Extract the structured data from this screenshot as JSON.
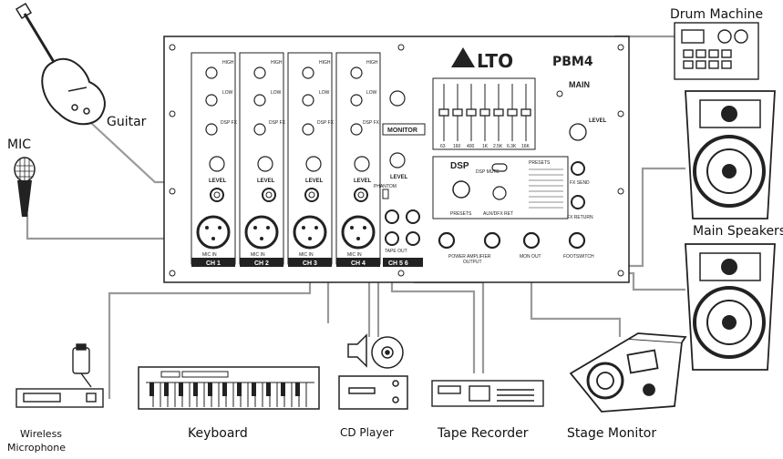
{
  "devices": {
    "guitar": "Guitar",
    "mic": "MIC",
    "drum_machine": "Drum Machine",
    "main_speakers": "Main Speakers",
    "wireless_line1": "Wireless",
    "wireless_line2": "Microphone",
    "keyboard": "Keyboard",
    "cd_player": "CD Player",
    "tape_recorder": "Tape Recorder",
    "stage_monitor": "Stage Monitor"
  },
  "mixer": {
    "brand": "LTO",
    "model": "PBM4",
    "main": "MAIN",
    "level": "LEVEL",
    "monitor": "MONITOR",
    "dsp": "DSP",
    "dsp_mute": "DSP MUTE",
    "presets": "PRESETS",
    "presets_label": "PRESETS",
    "aux_dfx_ret": "AUX/DFX RET",
    "fx_send": "FX SEND",
    "fx_return": "FX RETURN",
    "power_amp_out_1": "POWER AMPLIFIER",
    "power_amp_out_2": "OUTPUT",
    "mon_out": "MON OUT",
    "footswitch": "FOOTSWITCH",
    "phantom": "PHANTOM",
    "ch1": "CH 1",
    "ch2": "CH 2",
    "ch3": "CH 3",
    "ch4": "CH 4",
    "ch56": "CH 5 6",
    "mic_in": "MIC IN",
    "tape_out": "TAPE OUT",
    "high": "HIGH",
    "low": "LOW",
    "dsp_fx": "DSP FX",
    "eq_freqs": [
      "63",
      "160",
      "400",
      "1K",
      "2.5K",
      "6.3K",
      "16K"
    ]
  },
  "colors": {
    "cable": "#9a9a9a",
    "outline": "#222222",
    "panel": "#ffffff"
  }
}
